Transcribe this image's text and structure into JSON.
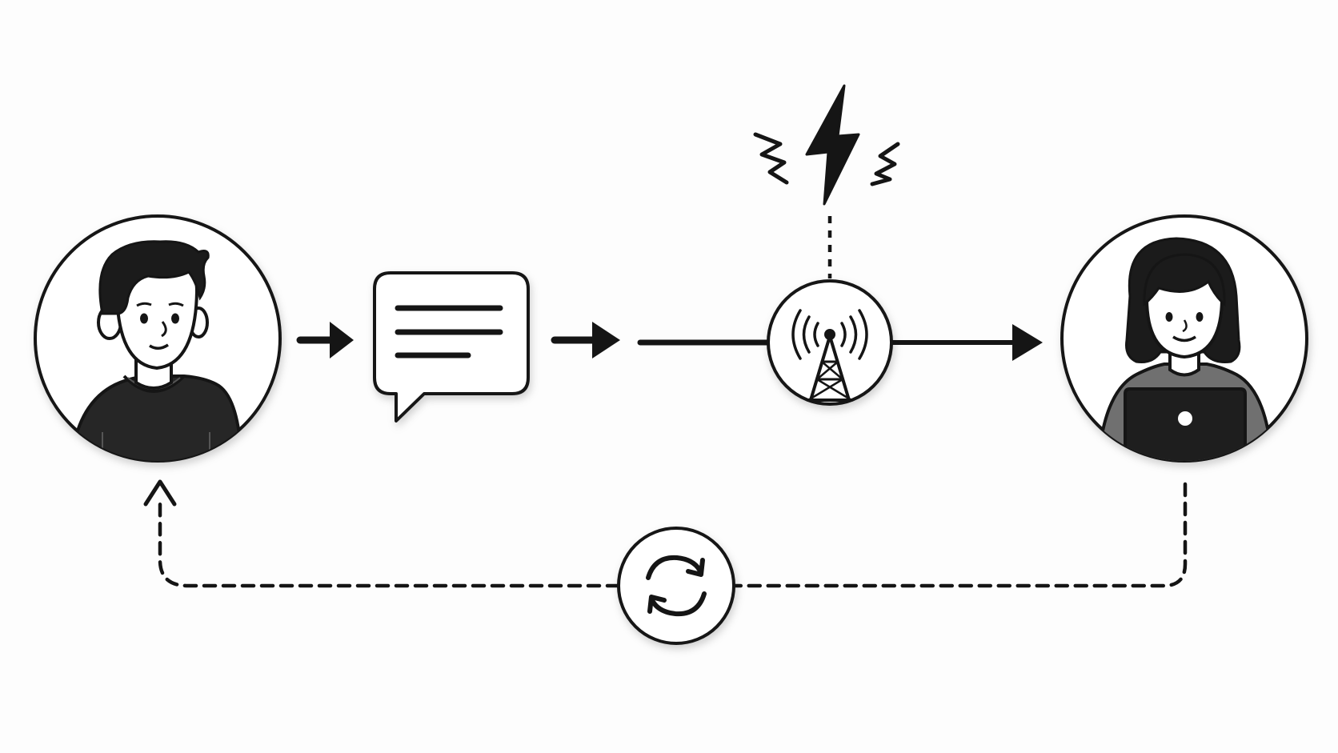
{
  "diagram": {
    "nodes": [
      {
        "id": "sender",
        "role": "person",
        "icon": "man-avatar-icon"
      },
      {
        "id": "message",
        "role": "message",
        "icon": "chat-bubble-icon"
      },
      {
        "id": "interference",
        "role": "noise",
        "icon": "lightning-bolt-icon"
      },
      {
        "id": "channel",
        "role": "transmitter",
        "icon": "radio-tower-icon"
      },
      {
        "id": "receiver",
        "role": "person",
        "icon": "woman-laptop-avatar-icon"
      },
      {
        "id": "feedback",
        "role": "feedback",
        "icon": "refresh-cycle-icon"
      }
    ],
    "edges": [
      {
        "from": "sender",
        "to": "message",
        "style": "solid"
      },
      {
        "from": "message",
        "to": "channel",
        "style": "solid"
      },
      {
        "from": "channel",
        "to": "receiver",
        "style": "solid"
      },
      {
        "from": "interference",
        "to": "channel",
        "style": "dotted"
      },
      {
        "from": "receiver",
        "to": "feedback",
        "style": "dashed"
      },
      {
        "from": "feedback",
        "to": "sender",
        "style": "dashed"
      }
    ],
    "colors": {
      "ink": "#151515",
      "shirt_dark": "#262626",
      "shirt_gray": "#707070",
      "paper": "#ffffff"
    }
  }
}
